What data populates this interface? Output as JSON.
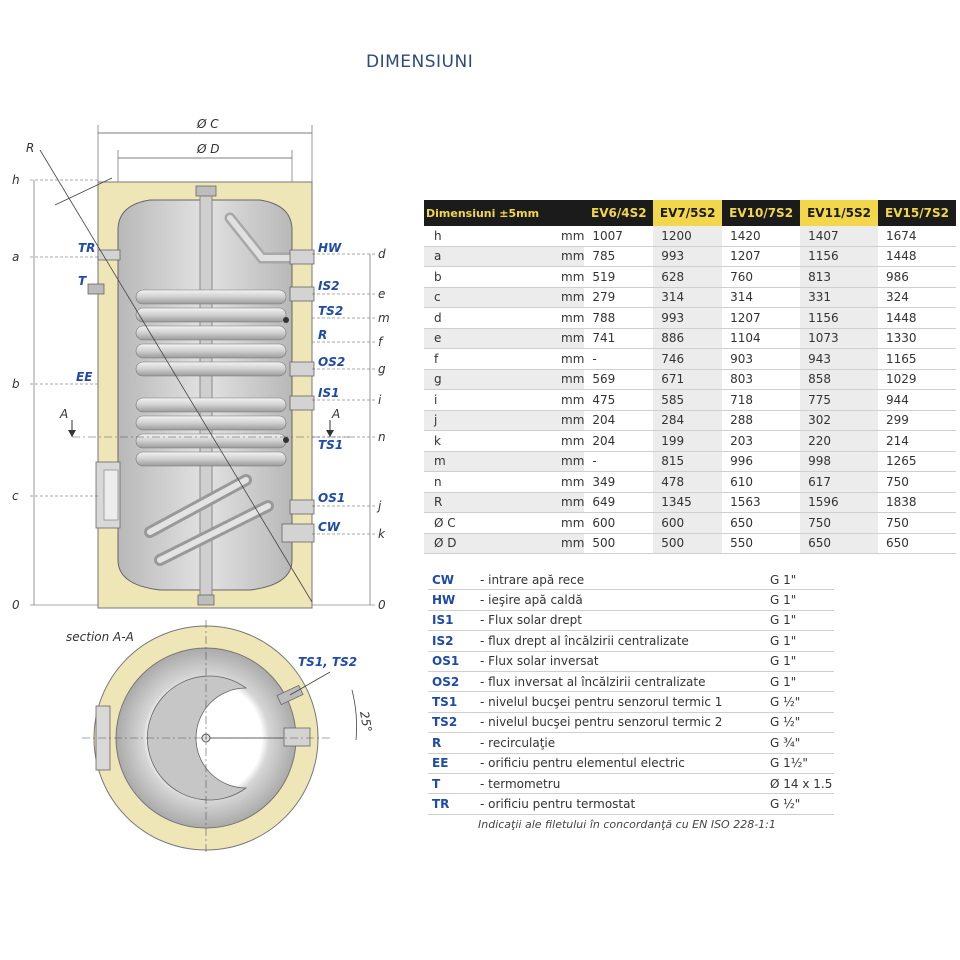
{
  "title": "DIMENSIUNI",
  "drawing": {
    "dim_top_outer": "Ø C",
    "dim_top_inner": "Ø D",
    "radius": "R",
    "section_label": "section A-A",
    "section_marker": "A",
    "sensor_label": "TS1, TS2",
    "angle": "25°",
    "left_dims": [
      "h",
      "a",
      "b",
      "c",
      "0"
    ],
    "right_dims": [
      "d",
      "e",
      "m",
      "f",
      "g",
      "i",
      "n",
      "j",
      "k",
      "0"
    ],
    "ports_left": [
      "TR",
      "T",
      "EE"
    ],
    "ports_right": [
      "HW",
      "IS2",
      "TS2",
      "R",
      "OS2",
      "IS1",
      "TS1",
      "OS1",
      "CW"
    ]
  },
  "table": {
    "header_label": "Dimensiuni ±5mm",
    "models": [
      "EV6/4S2",
      "EV7/5S2",
      "EV10/7S2",
      "EV11/5S2",
      "EV15/7S2"
    ],
    "rows": [
      {
        "label": "h",
        "unit": "mm",
        "values": [
          "1007",
          "1200",
          "1420",
          "1407",
          "1674"
        ]
      },
      {
        "label": "a",
        "unit": "mm",
        "values": [
          "785",
          "993",
          "1207",
          "1156",
          "1448"
        ]
      },
      {
        "label": "b",
        "unit": "mm",
        "values": [
          "519",
          "628",
          "760",
          "813",
          "986"
        ]
      },
      {
        "label": "c",
        "unit": "mm",
        "values": [
          "279",
          "314",
          "314",
          "331",
          "324"
        ]
      },
      {
        "label": "d",
        "unit": "mm",
        "values": [
          "788",
          "993",
          "1207",
          "1156",
          "1448"
        ]
      },
      {
        "label": "e",
        "unit": "mm",
        "values": [
          "741",
          "886",
          "1104",
          "1073",
          "1330"
        ]
      },
      {
        "label": "f",
        "unit": "mm",
        "values": [
          "-",
          "746",
          "903",
          "943",
          "1165"
        ]
      },
      {
        "label": "g",
        "unit": "mm",
        "values": [
          "569",
          "671",
          "803",
          "858",
          "1029"
        ]
      },
      {
        "label": "i",
        "unit": "mm",
        "values": [
          "475",
          "585",
          "718",
          "775",
          "944"
        ]
      },
      {
        "label": "j",
        "unit": "mm",
        "values": [
          "204",
          "284",
          "288",
          "302",
          "299"
        ]
      },
      {
        "label": "k",
        "unit": "mm",
        "values": [
          "204",
          "199",
          "203",
          "220",
          "214"
        ]
      },
      {
        "label": "m",
        "unit": "mm",
        "values": [
          "-",
          "815",
          "996",
          "998",
          "1265"
        ]
      },
      {
        "label": "n",
        "unit": "mm",
        "values": [
          "349",
          "478",
          "610",
          "617",
          "750"
        ]
      },
      {
        "label": "R",
        "unit": "mm",
        "values": [
          "649",
          "1345",
          "1563",
          "1596",
          "1838"
        ]
      },
      {
        "label": "Ø C",
        "unit": "mm",
        "values": [
          "600",
          "600",
          "650",
          "750",
          "750"
        ]
      },
      {
        "label": "Ø D",
        "unit": "mm",
        "values": [
          "500",
          "500",
          "550",
          "650",
          "650"
        ]
      }
    ]
  },
  "legend": [
    {
      "code": "CW",
      "desc": "- intrare apă rece",
      "thread": "G 1\""
    },
    {
      "code": "HW",
      "desc": "- ieşire apă caldă",
      "thread": "G 1\""
    },
    {
      "code": "IS1",
      "desc": "- Flux solar drept",
      "thread": "G 1\""
    },
    {
      "code": "IS2",
      "desc": "- flux drept al încălzirii centralizate",
      "thread": "G 1\""
    },
    {
      "code": "OS1",
      "desc": "- Flux solar inversat",
      "thread": "G 1\""
    },
    {
      "code": "OS2",
      "desc": "- flux inversat al încălzirii centralizate",
      "thread": "G 1\""
    },
    {
      "code": "TS1",
      "desc": "- nivelul bucşei pentru senzorul termic 1",
      "thread": "G ½\""
    },
    {
      "code": "TS2",
      "desc": "- nivelul bucşei pentru senzorul termic 2",
      "thread": "G ½\""
    },
    {
      "code": "R",
      "desc": "- recirculaţie",
      "thread": "G ¾\""
    },
    {
      "code": "EE",
      "desc": "- orificiu pentru elementul electric",
      "thread": "G 1½\""
    },
    {
      "code": "T",
      "desc": "- termometru",
      "thread": "Ø 14 x 1.5"
    },
    {
      "code": "TR",
      "desc": "- orificiu pentru termostat",
      "thread": "G ½\""
    }
  ],
  "note": "Indicaţii ale filetului în concordanţă cu  EN ISO 228-1:1",
  "colors": {
    "insulation": "#efe6b8",
    "tank": "#c9c9c9",
    "coil": "#d9d9d9",
    "label_blue": "#1f4aa8",
    "header_black": "#1b1b1b",
    "header_yellow": "#f2d64b"
  }
}
